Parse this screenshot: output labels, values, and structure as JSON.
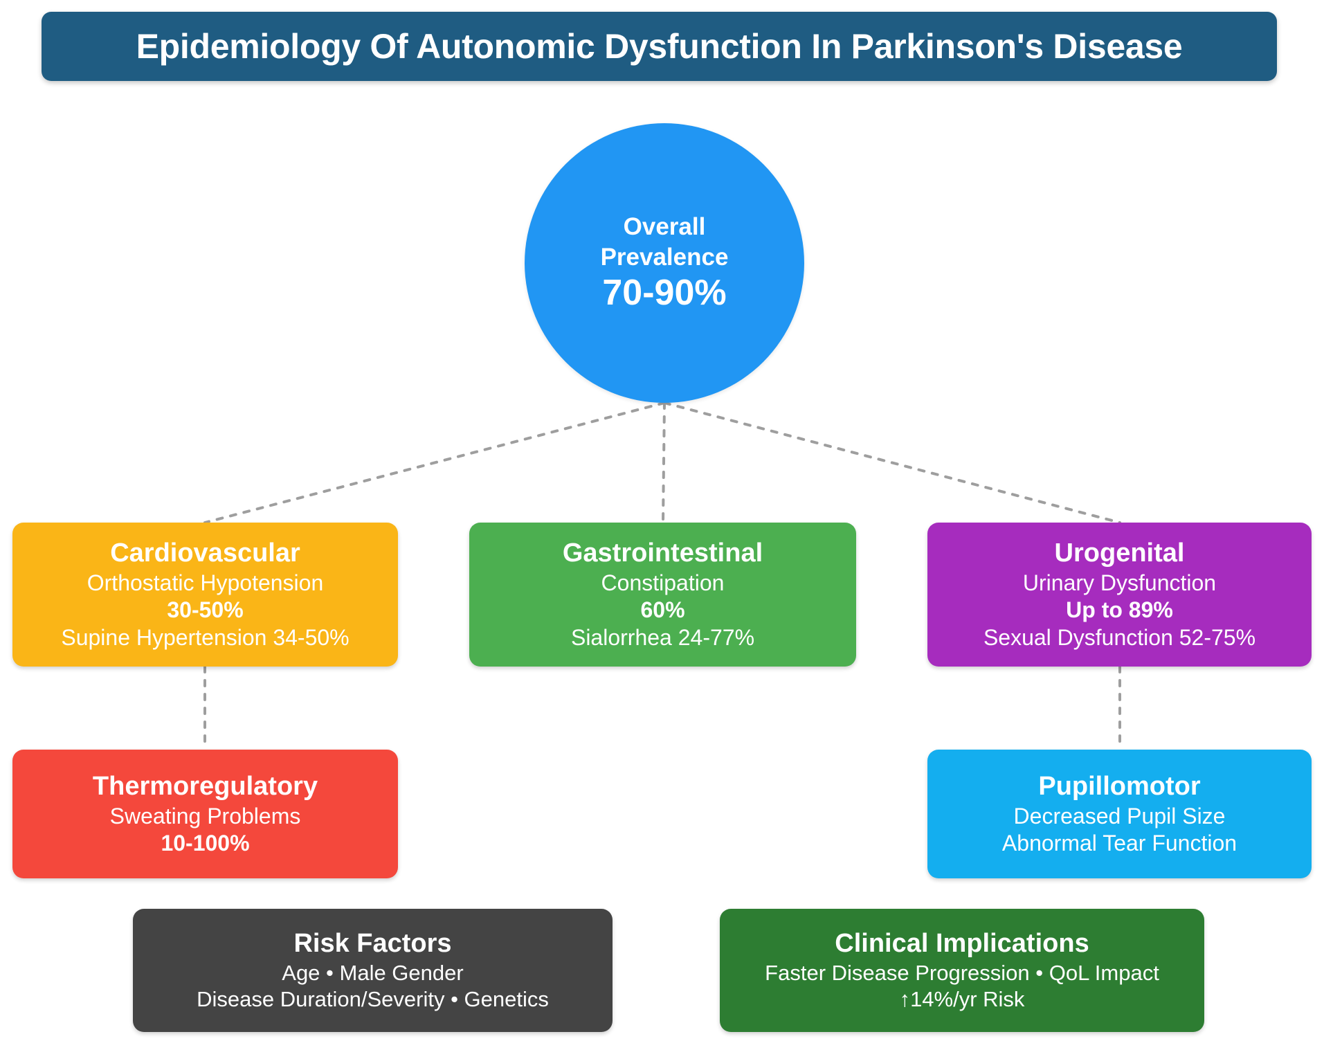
{
  "header": {
    "title": "Epidemiology Of Autonomic Dysfunction In Parkinson's Disease",
    "background_color": "#1F5C82",
    "text_color": "#FFFFFF"
  },
  "hub": {
    "name": "overall-prevalence",
    "line1": "Overall",
    "line2": "Prevalence",
    "value": "70-90%",
    "color": "#2196F3"
  },
  "nodes": [
    {
      "id": "cardiovascular",
      "title": "Cardiovascular",
      "lines": [
        {
          "text": "Orthostatic Hypotension",
          "bold": false
        },
        {
          "text": "30-50%",
          "bold": true
        },
        {
          "text": "Supine Hypertension 34-50%",
          "bold": false
        }
      ],
      "color": "#FAB517"
    },
    {
      "id": "gastrointestinal",
      "title": "Gastrointestinal",
      "lines": [
        {
          "text": "Constipation",
          "bold": false
        },
        {
          "text": "60%",
          "bold": true
        },
        {
          "text": "Sialorrhea 24-77%",
          "bold": false
        }
      ],
      "color": "#4CAF50"
    },
    {
      "id": "urogenital",
      "title": "Urogenital",
      "lines": [
        {
          "text": "Urinary Dysfunction",
          "bold": false
        },
        {
          "text": "Up to 89%",
          "bold": true
        },
        {
          "text": "Sexual Dysfunction 52-75%",
          "bold": false
        }
      ],
      "color": "#A62CBE"
    },
    {
      "id": "thermoregulatory",
      "title": "Thermoregulatory",
      "lines": [
        {
          "text": "Sweating Problems",
          "bold": false
        },
        {
          "text": "10-100%",
          "bold": true
        }
      ],
      "color": "#F4483C"
    },
    {
      "id": "pupillomotor",
      "title": "Pupillomotor",
      "lines": [
        {
          "text": "Decreased Pupil Size",
          "bold": false
        },
        {
          "text": "Abnormal Tear Function",
          "bold": false
        }
      ],
      "color": "#14AEEF"
    },
    {
      "id": "risk-factors",
      "title": "Risk Factors",
      "lines": [
        {
          "text": "Age • Male Gender",
          "bold": false
        },
        {
          "text": "Disease Duration/Severity • Genetics",
          "bold": false
        }
      ],
      "color": "#444444"
    },
    {
      "id": "clinical-implications",
      "title": "Clinical Implications",
      "lines": [
        {
          "text": "Faster Disease Progression • QoL Impact",
          "bold": false
        },
        {
          "text": "↑14%/yr Risk",
          "bold": false
        }
      ],
      "color": "#2D7D32"
    }
  ],
  "connectors": {
    "color": "#9E9E9E",
    "style": "dotted",
    "edges": [
      {
        "from": "overall-prevalence",
        "to": "cardiovascular"
      },
      {
        "from": "overall-prevalence",
        "to": "gastrointestinal"
      },
      {
        "from": "overall-prevalence",
        "to": "urogenital"
      },
      {
        "from": "cardiovascular",
        "to": "thermoregulatory"
      },
      {
        "from": "urogenital",
        "to": "pupillomotor"
      }
    ]
  },
  "chart_data": {
    "type": "diagram",
    "title": "Epidemiology Of Autonomic Dysfunction In Parkinson's Disease",
    "root": {
      "label": "Overall Prevalence",
      "value": "70-90%"
    },
    "branches": [
      {
        "label": "Cardiovascular",
        "primary_finding": "Orthostatic Hypotension",
        "primary_value": "30-50%",
        "secondary": "Supine Hypertension 34-50%"
      },
      {
        "label": "Gastrointestinal",
        "primary_finding": "Constipation",
        "primary_value": "60%",
        "secondary": "Sialorrhea 24-77%"
      },
      {
        "label": "Urogenital",
        "primary_finding": "Urinary Dysfunction",
        "primary_value": "Up to 89%",
        "secondary": "Sexual Dysfunction 52-75%"
      },
      {
        "label": "Thermoregulatory",
        "primary_finding": "Sweating Problems",
        "primary_value": "10-100%",
        "secondary": ""
      },
      {
        "label": "Pupillomotor",
        "primary_finding": "Decreased Pupil Size",
        "primary_value": "",
        "secondary": "Abnormal Tear Function"
      }
    ],
    "footers": [
      {
        "label": "Risk Factors",
        "items": [
          "Age",
          "Male Gender",
          "Disease Duration/Severity",
          "Genetics"
        ]
      },
      {
        "label": "Clinical Implications",
        "items": [
          "Faster Disease Progression",
          "QoL Impact",
          "↑14%/yr Risk"
        ]
      }
    ]
  }
}
